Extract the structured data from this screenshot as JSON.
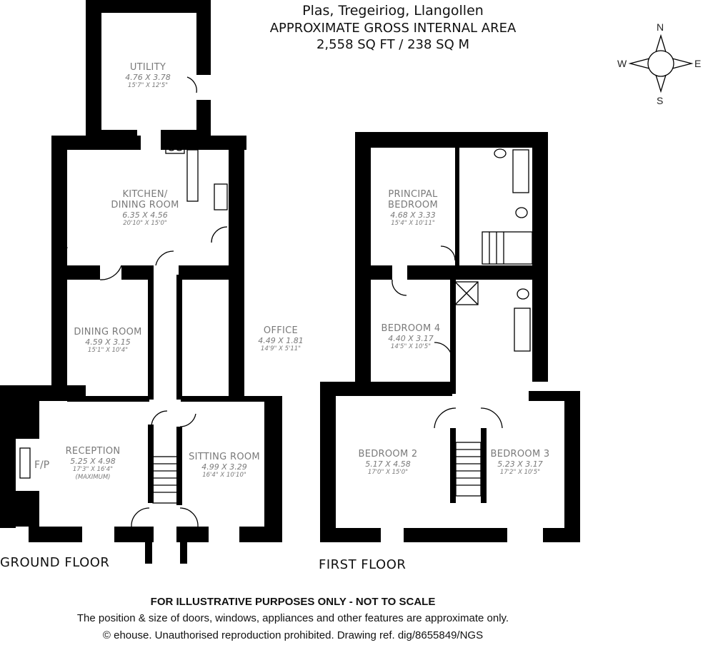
{
  "header": {
    "address": "Plas, Tregeiriog, Llangollen",
    "area_title": "APPROXIMATE GROSS INTERNAL AREA",
    "area_value": "2,558 SQ FT / 238 SQ M"
  },
  "compass": {
    "n": "N",
    "s": "S",
    "e": "E",
    "w": "W"
  },
  "ground_floor": {
    "label": "GROUND FLOOR",
    "fireplace_label": "F/P",
    "rooms": [
      {
        "name": "UTILITY",
        "metric": "4.76 X 3.78",
        "imperial": "15'7\" X 12'5\""
      },
      {
        "name": "KITCHEN/",
        "name2": "DINING ROOM",
        "metric": "6.35 X 4.56",
        "imperial": "20'10\" X 15'0\""
      },
      {
        "name": "DINING ROOM",
        "metric": "4.59 X 3.15",
        "imperial": "15'1\" X 10'4\""
      },
      {
        "name": "OFFICE",
        "metric": "4.49 X 1.81",
        "imperial": "14'9\" X 5'11\""
      },
      {
        "name": "RECEPTION",
        "metric": "5.25 X 4.98",
        "imperial": "17'3\" X 16'4\"",
        "note": "(MAXIMUM)"
      },
      {
        "name": "SITTING ROOM",
        "metric": "4.99 X 3.29",
        "imperial": "16'4\" X 10'10\""
      }
    ]
  },
  "first_floor": {
    "label": "FIRST FLOOR",
    "rooms": [
      {
        "name": "PRINCIPAL",
        "name2": "BEDROOM",
        "metric": "4.68 X 3.33",
        "imperial": "15'4\" X 10'11\""
      },
      {
        "name": "BEDROOM 4",
        "metric": "4.40 X 3.17",
        "imperial": "14'5\" X 10'5\""
      },
      {
        "name": "BEDROOM 2",
        "metric": "5.17 X 4.58",
        "imperial": "17'0\" X 15'0\""
      },
      {
        "name": "BEDROOM 3",
        "metric": "5.23 X 3.17",
        "imperial": "17'2\" X 10'5\""
      }
    ]
  },
  "footer": {
    "disclaimer": "FOR ILLUSTRATIVE PURPOSES ONLY - NOT TO SCALE",
    "note": "The position & size of doors, windows, appliances and other features are approximate only.",
    "copyright": "© ehouse. Unauthorised reproduction prohibited. Drawing ref. dig/8655849/NGS"
  },
  "colors": {
    "wall": "#000000",
    "room_text": "#7a7a7a",
    "title_text": "#111111"
  }
}
